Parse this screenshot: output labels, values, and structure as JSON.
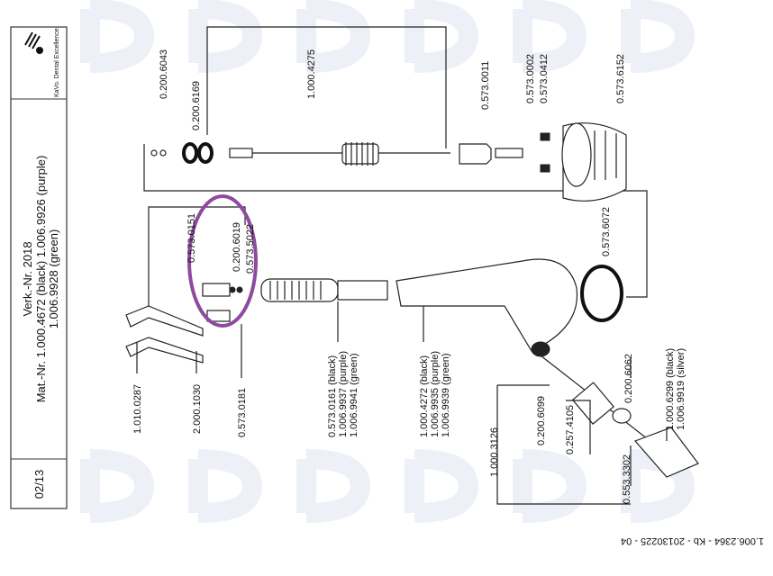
{
  "title_block": {
    "brand": "KaVo. Dental Excellence.",
    "verk_nr": "Verk.-Nr. 2018",
    "mat_nr_line1": "Mat.-Nr. 1.000.4672 (black)    1.006.9926 (purple)",
    "mat_nr_line2": "1.006.9928 (green)",
    "date": "02/13"
  },
  "footer": "1.006.2364 - Kb - 20130225 - 04",
  "labels": {
    "p1": "1.000.4275",
    "p2": "0.200.6043",
    "p3": "0.200.6169",
    "p4": "0.573.0011",
    "p5": "0.573.0002",
    "p6": "0.573.0412",
    "p7": "0.573.6152",
    "p8": "0.573.6072",
    "p9": "0.573.0151",
    "p10": "0.200.6019",
    "p11": "0.573.5022",
    "p12": "1.010.0287",
    "p13": "2.000.1030",
    "p14": "0.573.0181",
    "p15a": "0.573.0161  (black)",
    "p15b": "1.006.9937  (purple)",
    "p15c": "1.006.9941  (green)",
    "p16a": "1.000.4272  (black)",
    "p16b": "1.006.9935  (purple)",
    "p16c": "1.006.9939  (green)",
    "p17": "1.000.3126",
    "p18": "0.200.6099",
    "p19": "0.257.4105",
    "p20": "0.553.3302",
    "p21": "0.200.6062",
    "p22a": "1.000.6299  (black)",
    "p22b": "1.006.9919  (silver)"
  },
  "colors": {
    "highlight": "#8e4a9e"
  }
}
